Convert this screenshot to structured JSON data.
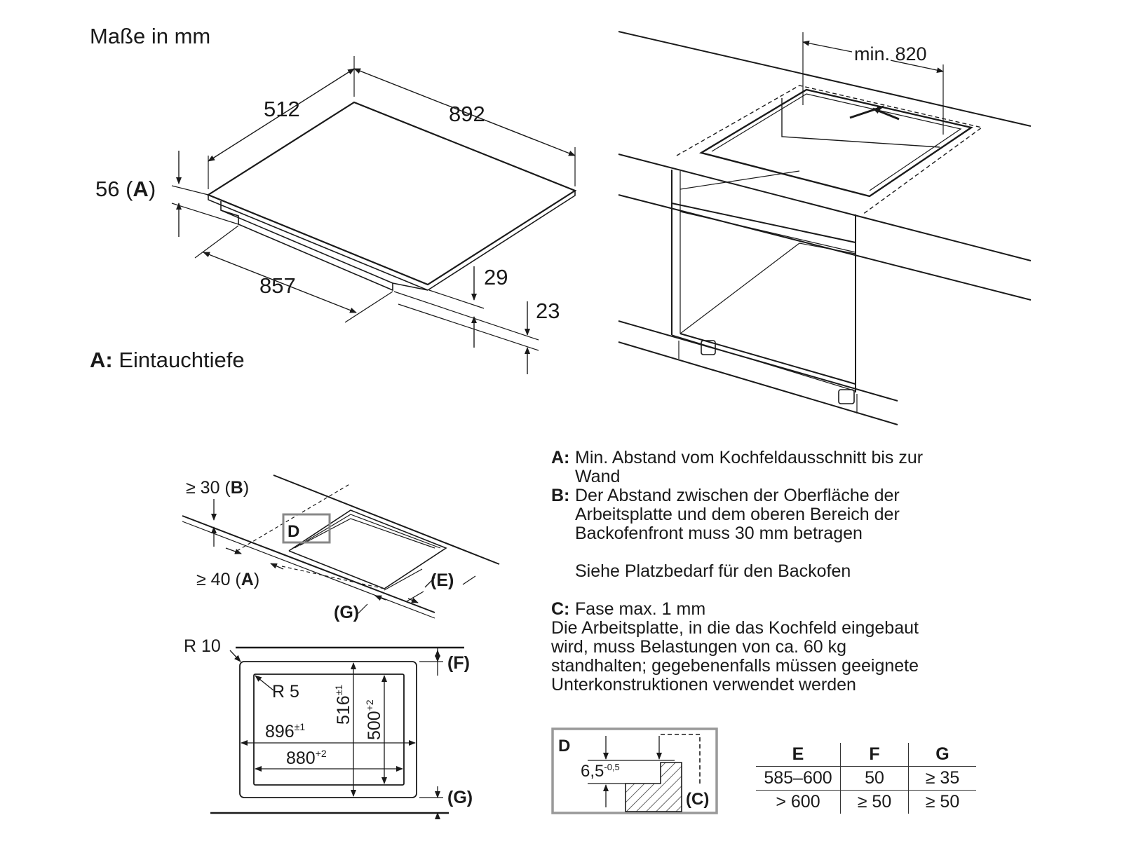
{
  "top_left": {
    "title": "Maße in mm",
    "dim_512": "512",
    "dim_892": "892",
    "dim_56": "56",
    "dim_56_ref": "A",
    "dim_857": "857",
    "dim_29": "29",
    "dim_23": "23",
    "legend_key": "A:",
    "legend_text": "Eintauchtiefe"
  },
  "top_right": {
    "min_820": "min. 820"
  },
  "cutout_persp": {
    "b_label": "≥ 30",
    "b_ref": "B",
    "a_label": "≥ 40",
    "a_ref": "A",
    "d_label": "D",
    "e_ref": "(E)",
    "g_ref": "(G)"
  },
  "plan": {
    "r10": "R 10",
    "r5": "R 5",
    "dim_516": "516",
    "dim_516_tol": "±1",
    "dim_500": "500",
    "dim_500_tol": "+2",
    "dim_896": "896",
    "dim_896_tol": "±1",
    "dim_880": "880",
    "dim_880_tol": "+2",
    "f_ref": "(F)",
    "g_ref": "(G)"
  },
  "detail_d": {
    "label": "D",
    "dim": "6,5",
    "dim_tol": "-0,5",
    "c_ref": "(C)"
  },
  "notes": [
    {
      "key": "A:",
      "lines": [
        "Min. Abstand vom Kochfeldausschnitt bis zur",
        "Wand"
      ]
    },
    {
      "key": "B:",
      "lines": [
        "Der Abstand zwischen der Oberfläche der",
        "Arbeitsplatte und dem oberen Bereich der",
        "Backofenfront muss 30 mm betragen"
      ]
    },
    {
      "key": "",
      "lines": [
        "Siehe Platzbedarf für den Backofen"
      ]
    },
    {
      "key": "C:",
      "lines": [
        "Fase max. 1 mm"
      ]
    },
    {
      "key": "",
      "lines": [
        "Die Arbeitsplatte, in die das Kochfeld eingebaut",
        "wird, muss Belastungen von ca. 60 kg",
        "standhalten; gegebenenfalls müssen geeignete",
        "Unterkonstruktionen verwendet werden"
      ]
    }
  ],
  "table": {
    "headers": [
      "E",
      "F",
      "G"
    ],
    "rows": [
      [
        "585–600",
        "50",
        "≥ 35"
      ],
      [
        "> 600",
        "≥ 50",
        "≥ 50"
      ]
    ]
  }
}
